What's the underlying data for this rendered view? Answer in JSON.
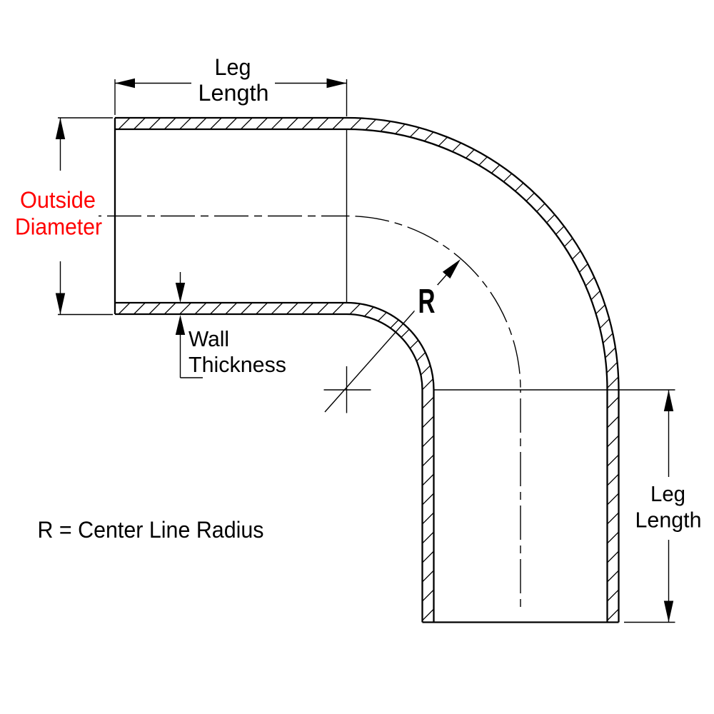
{
  "colors": {
    "line": "#000000",
    "highlight_red": "#ff0000",
    "background": "#ffffff"
  },
  "labels": {
    "top_dimension": {
      "line1": "Leg",
      "line2": "Length"
    },
    "left_dimension": {
      "line1": "Outside",
      "line2": "Diameter"
    },
    "wall_callout": {
      "line1": "Wall",
      "line2": "Thickness"
    },
    "right_dimension": {
      "line1": "Leg",
      "line2": "Length"
    },
    "radius_symbol": "R",
    "legend": "R = Center Line Radius"
  }
}
